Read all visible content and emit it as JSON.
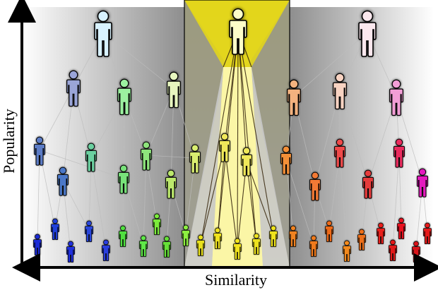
{
  "figure": {
    "x_axis_label": "Similarity",
    "y_axis_label": "Popularity"
  },
  "people": {
    "tier_top": [
      {
        "id": "top-left-giant",
        "color": "#d8f2ff"
      },
      {
        "id": "top-center-giant",
        "color": "#fdfdc8"
      },
      {
        "id": "top-right-giant",
        "color": "#fbe8ee"
      }
    ],
    "tier_upper": [
      {
        "id": "upper-1",
        "color": "#9aa5d8"
      },
      {
        "id": "upper-2",
        "color": "#9cf1a0"
      },
      {
        "id": "upper-3",
        "color": "#e7f6bf"
      },
      {
        "id": "upper-4",
        "color": "#f3b27f"
      },
      {
        "id": "upper-5",
        "color": "#f8d3c2"
      },
      {
        "id": "upper-6",
        "color": "#f29ed6"
      }
    ],
    "tier_middle": [
      {
        "id": "mid-1",
        "color": "#5c7cc6"
      },
      {
        "id": "mid-2",
        "color": "#4b78c8"
      },
      {
        "id": "mid-3",
        "color": "#6bd0a0"
      },
      {
        "id": "mid-4",
        "color": "#78e27a"
      },
      {
        "id": "mid-5",
        "color": "#8ee47c"
      },
      {
        "id": "mid-6",
        "color": "#bce86c"
      },
      {
        "id": "mid-7",
        "color": "#d9ee70"
      },
      {
        "id": "mid-8",
        "color": "#f0e85a"
      },
      {
        "id": "mid-9",
        "color": "#f0e85a"
      },
      {
        "id": "mid-10",
        "color": "#f39038"
      },
      {
        "id": "mid-11",
        "color": "#f27a35"
      },
      {
        "id": "mid-12",
        "color": "#ef4a4a"
      },
      {
        "id": "mid-13",
        "color": "#e53c3c"
      },
      {
        "id": "mid-14",
        "color": "#ea2b5e"
      },
      {
        "id": "mid-15",
        "color": "#e41bbe"
      }
    ],
    "tier_bottom": [
      {
        "id": "bot-1",
        "color": "#1c2cd6"
      },
      {
        "id": "bot-2",
        "color": "#1f3fd9"
      },
      {
        "id": "bot-3",
        "color": "#2030dd"
      },
      {
        "id": "bot-4",
        "color": "#2a47dc"
      },
      {
        "id": "bot-5",
        "color": "#2b40de"
      },
      {
        "id": "bot-6",
        "color": "#50e040"
      },
      {
        "id": "bot-7",
        "color": "#5fe848"
      },
      {
        "id": "bot-8",
        "color": "#7cec3c"
      },
      {
        "id": "bot-9",
        "color": "#66df38"
      },
      {
        "id": "bot-10",
        "color": "#8df040"
      },
      {
        "id": "bot-11",
        "color": "#e8e01c"
      },
      {
        "id": "bot-12",
        "color": "#f0e31f"
      },
      {
        "id": "bot-13",
        "color": "#f2e41e"
      },
      {
        "id": "bot-14",
        "color": "#ede21f"
      },
      {
        "id": "bot-15",
        "color": "#efe31c"
      },
      {
        "id": "bot-16",
        "color": "#f08220"
      },
      {
        "id": "bot-17",
        "color": "#f07a1c"
      },
      {
        "id": "bot-18",
        "color": "#ee6a18"
      },
      {
        "id": "bot-19",
        "color": "#f38a1e"
      },
      {
        "id": "bot-20",
        "color": "#ec6f1a"
      },
      {
        "id": "bot-21",
        "color": "#e8201c"
      },
      {
        "id": "bot-22",
        "color": "#e21a1a"
      },
      {
        "id": "bot-23",
        "color": "#e8111f"
      },
      {
        "id": "bot-24",
        "color": "#d9141a"
      },
      {
        "id": "bot-25",
        "color": "#e61a1a"
      }
    ]
  },
  "colors": {
    "spotlight_cone": "#e6dc2a",
    "spotlight_lower": "#fbf7b2",
    "gradient_dark": "#8a8a8a",
    "gradient_light": "#ffffff"
  }
}
